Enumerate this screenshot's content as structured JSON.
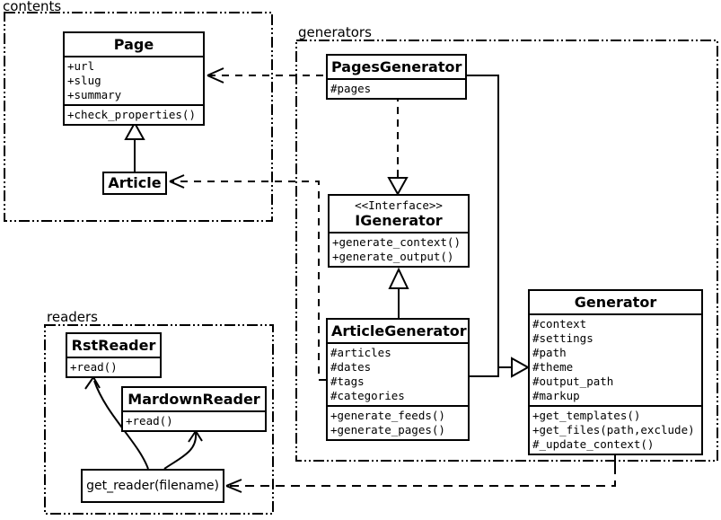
{
  "diagram": {
    "colors": {
      "stroke": "#000000",
      "background": "#ffffff"
    },
    "packages": {
      "contents": {
        "label": "contents"
      },
      "generators": {
        "label": "generators"
      },
      "readers": {
        "label": "readers"
      }
    },
    "classes": {
      "page": {
        "title": "Page",
        "attributes": [
          "+url",
          "+slug",
          "+summary"
        ],
        "methods": [
          "+check_properties()"
        ]
      },
      "article": {
        "title": "Article"
      },
      "pages_generator": {
        "title": "PagesGenerator",
        "attributes": [
          "#pages"
        ]
      },
      "igenerator": {
        "stereotype": "<<Interface>>",
        "title": "IGenerator",
        "methods": [
          "+generate_context()",
          "+generate_output()"
        ]
      },
      "article_generator": {
        "title": "ArticleGenerator",
        "attributes": [
          "#articles",
          "#dates",
          "#tags",
          "#categories"
        ],
        "methods": [
          "+generate_feeds()",
          "+generate_pages()"
        ]
      },
      "generator": {
        "title": "Generator",
        "attributes": [
          "#context",
          "#settings",
          "#path",
          "#theme",
          "#output_path",
          "#markup"
        ],
        "methods": [
          "+get_templates()",
          "+get_files(path,exclude)",
          "#_update_context()"
        ]
      },
      "rst_reader": {
        "title": "RstReader",
        "methods": [
          "+read()"
        ]
      },
      "mardown_reader": {
        "title": "MardownReader",
        "methods": [
          "+read()"
        ]
      },
      "get_reader": {
        "label": "get_reader(filename)"
      }
    },
    "relationships": [
      {
        "from": "Article",
        "to": "Page",
        "type": "generalization"
      },
      {
        "from": "PagesGenerator",
        "to": "Page",
        "type": "dependency"
      },
      {
        "from": "ArticleGenerator",
        "to": "Article",
        "type": "dependency"
      },
      {
        "from": "PagesGenerator",
        "to": "IGenerator",
        "type": "realization"
      },
      {
        "from": "ArticleGenerator",
        "to": "IGenerator",
        "type": "generalization"
      },
      {
        "from": "PagesGenerator",
        "to": "Generator",
        "type": "generalization"
      },
      {
        "from": "ArticleGenerator",
        "to": "Generator",
        "type": "generalization"
      },
      {
        "from": "Generator",
        "to": "get_reader(filename)",
        "type": "dependency"
      },
      {
        "from": "get_reader(filename)",
        "to": "RstReader",
        "type": "arrow"
      },
      {
        "from": "get_reader(filename)",
        "to": "MardownReader",
        "type": "arrow"
      }
    ]
  }
}
